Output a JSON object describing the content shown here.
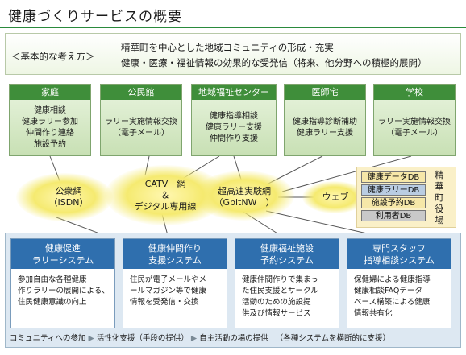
{
  "title": "健康づくりサービスの概要",
  "principle": {
    "label": "＜基本的な考え方＞",
    "line1": "精華町を中心とした地域コミュニティの形成・充実",
    "line2": "健康・医療・福祉情報の効果的な受発信（将来、他分野への積極的展開）"
  },
  "facilities": [
    {
      "name": "家庭",
      "items": [
        "健康相談",
        "健康ラリー参加",
        "仲間作り連絡",
        "施設予約"
      ]
    },
    {
      "name": "公民館",
      "items": [
        "ラリー実施情報交換",
        "（電子メール）"
      ]
    },
    {
      "name": "地域福祉センター",
      "items": [
        "健康指導相談",
        "健康ラリー支援",
        "仲間作り支援"
      ]
    },
    {
      "name": "医師宅",
      "items": [
        "健康指導診断補助",
        "健康ラリー支援"
      ]
    },
    {
      "name": "学校",
      "items": [
        "ラリー実施情報交換",
        "（電子メール）"
      ]
    }
  ],
  "networks": {
    "public": [
      "公衆網",
      "（ISDN）"
    ],
    "catv": [
      "CATV　網",
      "＆",
      "デジタル専用線"
    ],
    "highspeed": [
      "超高速実験網",
      "（GbitNW　）"
    ],
    "web": "ウェブ"
  },
  "city": {
    "name": "精華町役場",
    "databases": [
      "健康データDB",
      "健康ラリーDB",
      "施設予約DB",
      "利用者DB"
    ]
  },
  "systems": [
    {
      "title": [
        "健康促進",
        "ラリーシステム"
      ],
      "desc": [
        "参加自由な各種健康",
        "作りラリーの展開による、",
        "住民健康意識の向上"
      ]
    },
    {
      "title": [
        "健康仲間作り",
        "支援システム"
      ],
      "desc": [
        "住民が電子メールやメ",
        "ールマガジン等で健康",
        "情報を受発信・交換"
      ]
    },
    {
      "title": [
        "健康福祉施設",
        "予約システム"
      ],
      "desc": [
        "健康仲間作りで集まっ",
        "た住民支援とサークル",
        "活動のための施設提",
        "供及び情報サービス"
      ]
    },
    {
      "title": [
        "専門スタッフ",
        "指導相談システム"
      ],
      "desc": [
        "保健婦による健康指導",
        "健康相談FAQデータ",
        "ベース構築による健康",
        "情報共有化"
      ]
    }
  ],
  "footer": {
    "step1": "コミュニティへの参加",
    "step2": "活性化支援（手段の提供）",
    "step3": "自主活動の場の提供",
    "note": "（各種システムを横断的に支援）"
  },
  "colors": {
    "green_header": "#3f8e3a",
    "blue_header": "#2f6fae",
    "glow": "#f5ea70",
    "city_bg": "#faf0c8"
  }
}
